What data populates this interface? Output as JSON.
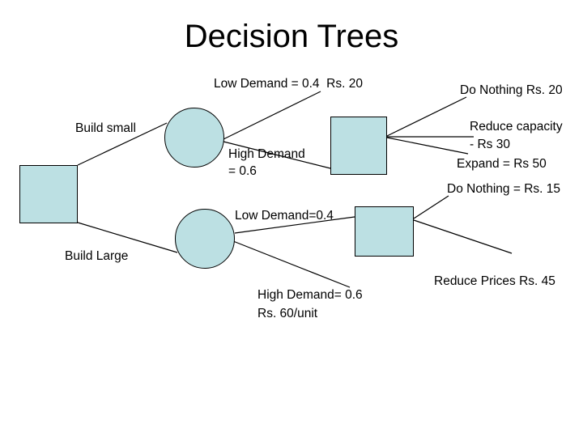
{
  "slide": {
    "title": "Decision Trees",
    "background_color": "#ffffff",
    "node_fill_color": "#bce0e3",
    "node_stroke_color": "#000000",
    "text_color": "#000000"
  },
  "nodes": [
    {
      "id": "root",
      "shape": "square",
      "role": "decision",
      "label": ""
    },
    {
      "id": "chance-small",
      "shape": "circle",
      "role": "chance",
      "label": ""
    },
    {
      "id": "chance-large",
      "shape": "circle",
      "role": "chance",
      "label": ""
    },
    {
      "id": "decision-small-high",
      "shape": "square",
      "role": "decision",
      "label": ""
    },
    {
      "id": "decision-large-low",
      "shape": "square",
      "role": "decision",
      "label": ""
    }
  ],
  "labels": {
    "build_small": "Build small",
    "build_large": "Build Large",
    "low_demand_small": "Low Demand = 0.4  Rs. 20",
    "high_demand_small_l1": "High Demand",
    "high_demand_small_l2": "= 0.6",
    "low_demand_large": "Low Demand=0.4",
    "high_demand_large_l1": "High Demand= 0.6",
    "high_demand_large_l2": "Rs. 60/unit",
    "do_nothing_20": "Do Nothing Rs. 20",
    "reduce_capacity_l1": "Reduce capacity",
    "reduce_capacity_l2": "- Rs 30",
    "expand_50": "Expand = Rs 50",
    "do_nothing_15": "Do Nothing = Rs. 15",
    "reduce_prices_45": "Reduce Prices Rs. 45"
  },
  "chart_data": {
    "type": "diagram",
    "diagram_type": "decision-tree",
    "title": "Decision Trees",
    "root": {
      "id": "root",
      "type": "decision",
      "branches": [
        {
          "label": "Build small",
          "target": {
            "id": "chance-small",
            "type": "chance",
            "branches": [
              {
                "label": "Low Demand = 0.4  Rs. 20",
                "probability": 0.4,
                "payoff": 20,
                "currency": "Rs.",
                "target": null
              },
              {
                "label": "High Demand = 0.6",
                "probability": 0.6,
                "target": {
                  "id": "decision-small-high",
                  "type": "decision",
                  "branches": [
                    {
                      "label": "Do Nothing Rs. 20",
                      "payoff": 20,
                      "currency": "Rs."
                    },
                    {
                      "label": "Reduce capacity - Rs 30",
                      "payoff": -30,
                      "currency": "Rs"
                    },
                    {
                      "label": "Expand = Rs 50",
                      "payoff": 50,
                      "currency": "Rs"
                    }
                  ]
                }
              }
            ]
          }
        },
        {
          "label": "Build Large",
          "target": {
            "id": "chance-large",
            "type": "chance",
            "branches": [
              {
                "label": "Low Demand=0.4",
                "probability": 0.4,
                "target": {
                  "id": "decision-large-low",
                  "type": "decision",
                  "branches": [
                    {
                      "label": "Do Nothing = Rs. 15",
                      "payoff": 15,
                      "currency": "Rs."
                    },
                    {
                      "label": "Reduce Prices Rs. 45",
                      "payoff": 45,
                      "currency": "Rs."
                    }
                  ]
                }
              },
              {
                "label": "High Demand= 0.6 Rs. 60/unit",
                "probability": 0.6,
                "payoff": 60,
                "currency": "Rs.",
                "unit": "per unit",
                "target": null
              }
            ]
          }
        }
      ]
    }
  }
}
